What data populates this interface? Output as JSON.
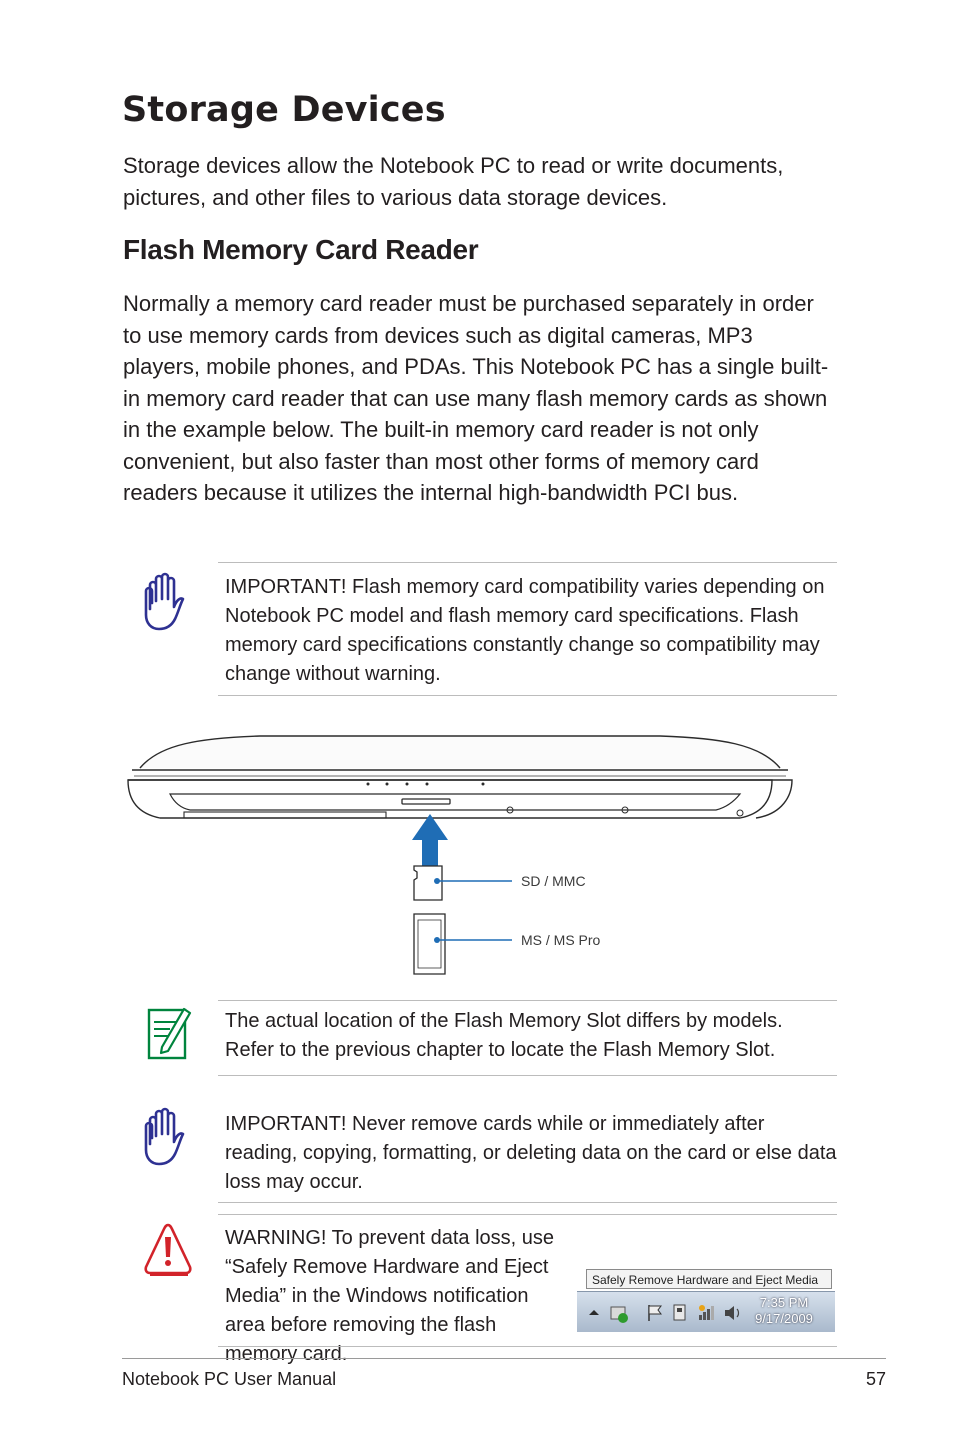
{
  "title": "Storage Devices",
  "intro": "Storage devices allow the Notebook PC to read or write documents, pictures, and other files to various data storage devices.",
  "section_heading": "Flash Memory Card Reader",
  "section_body": "Normally a memory card reader must be purchased separately in order to use memory cards from devices such as digital cameras, MP3 players, mobile phones, and PDAs. This Notebook PC has a single built-in memory card reader that can use many flash memory cards as shown in the example below. The built-in memory card reader is not only convenient, but also faster than most other forms of memory card readers because it utilizes the internal high-bandwidth PCI bus.",
  "notes": {
    "important_1": "IMPORTANT! Flash memory card compatibility varies depending on Notebook PC model and flash memory card specifications. Flash memory card specifications constantly change so compatibility may change without warning.",
    "note_1": "The actual location of the Flash Memory Slot differs by models. Refer to the previous chapter to locate the Flash Memory Slot.",
    "important_2": "IMPORTANT!  Never remove cards while or immediately after reading, copying, formatting, or deleting data on the card or else data loss may occur.",
    "warning": "WARNING! To prevent data loss, use “Safely Remove Hardware and Eject Media” in the Windows notification area before removing the flash memory card."
  },
  "diagram": {
    "label_sd": "SD / MMC",
    "label_ms": "MS / MS Pro"
  },
  "tray": {
    "tooltip": "Safely Remove Hardware and Eject Media",
    "time": "7:35 PM",
    "date": "9/17/2009"
  },
  "footer": {
    "left": "Notebook PC User Manual",
    "page": "57"
  },
  "colors": {
    "hand_icon": "#2e3192",
    "note_icon": "#00843d",
    "warning_icon": "#d2232a",
    "arrow": "#1f6db5"
  }
}
